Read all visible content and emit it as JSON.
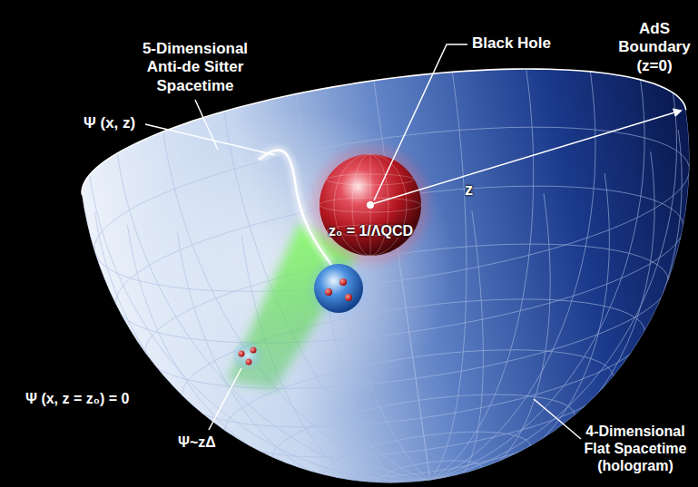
{
  "diagram": {
    "labels": [
      "5-Dimensional Anti-de Sitter Spacetime",
      "Black Hole",
      "AdS Boundary (z=0)",
      "Ψ (x, z)",
      "z",
      "z₀ = 1/ΛQCD",
      "Ψ (x, z = z₀) = 0",
      "Ψ~zΔ",
      "4-Dimensional Flat Spacetime (hologram)"
    ]
  }
}
